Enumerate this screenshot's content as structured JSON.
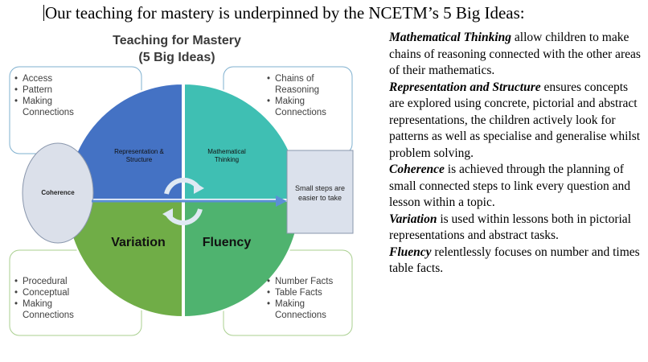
{
  "heading": "Our teaching for mastery is underpinned by the NCETM’s 5 Big Ideas:",
  "diagram": {
    "title_line1": "Teaching for Mastery",
    "title_line2": "(5 Big Ideas)",
    "box_top_left": [
      "Access",
      "Pattern",
      "Making Connections"
    ],
    "box_top_right": [
      "Chains of Reasoning",
      "Making Connections"
    ],
    "box_bottom_left": [
      "Procedural",
      "Conceptual",
      "Making Connections"
    ],
    "box_bottom_right": [
      "Number Facts",
      "Table Facts",
      "Making Connections"
    ],
    "quad_top_left": "Representation & Structure",
    "quad_top_right": "Mathematical Thinking",
    "quad_bottom_left": "Variation",
    "quad_bottom_right": "Fluency",
    "coherence": "Coherence",
    "small_steps": "Small steps are easier to take",
    "colors": {
      "top_left": "#4472c4",
      "top_right": "#3fbfb3",
      "bottom_left": "#70ad47",
      "bottom_right": "#4fb36f",
      "coherence": "#dbe0ea",
      "small_steps": "#dbe1ec"
    }
  },
  "paragraphs": [
    {
      "term": "Mathematical Thinking",
      "text": " allow children to make chains of reasoning connected with the other areas of their mathematics."
    },
    {
      "term": "Representation and Structure",
      "text": " ensures concepts are explored using concrete, pictorial and abstract representations, the children actively look for patterns as well as specialise and generalise whilst problem solving."
    },
    {
      "term": "Coherence",
      "text": " is achieved through the planning of small connected steps to link every question and lesson within a topic."
    },
    {
      "term": "Variation",
      "text": " is used within lessons both in pictorial representations and abstract tasks."
    },
    {
      "term": "Fluency",
      "text": " relentlessly focuses on number and times table facts."
    }
  ]
}
